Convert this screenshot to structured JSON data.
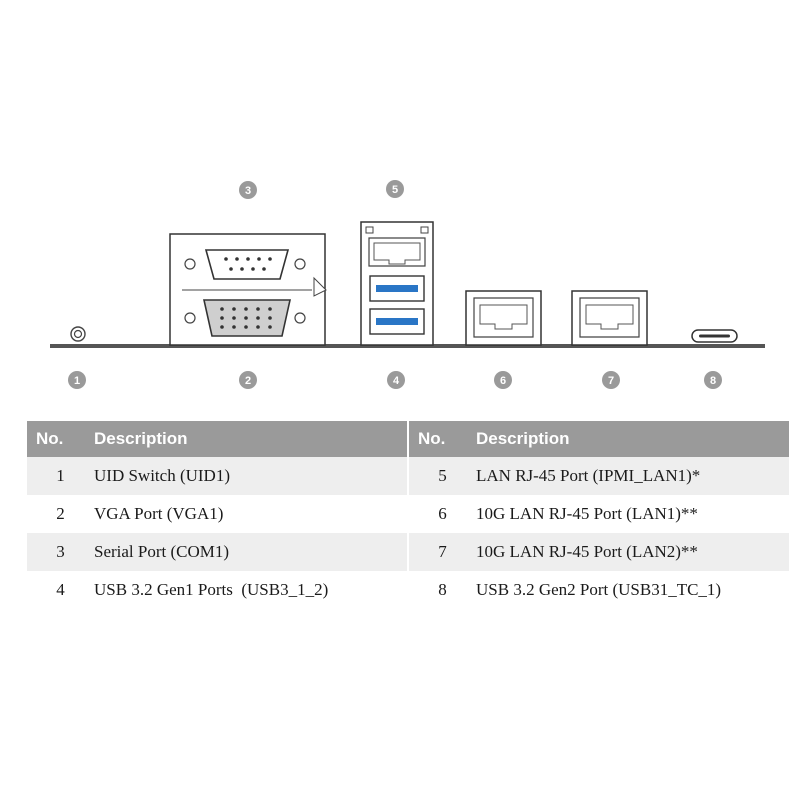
{
  "panel": {
    "callouts": [
      "1",
      "2",
      "3",
      "4",
      "5",
      "6",
      "7",
      "8"
    ]
  },
  "table": {
    "header": {
      "no": "No.",
      "description": "Description"
    },
    "left_rows": [
      {
        "no": "1",
        "description": "UID Switch (UID1)"
      },
      {
        "no": "2",
        "description": "VGA Port (VGA1)"
      },
      {
        "no": "3",
        "description": "Serial Port (COM1)"
      },
      {
        "no": "4",
        "description": "USB 3.2 Gen1 Ports  (USB3_1_2)"
      }
    ],
    "right_rows": [
      {
        "no": "5",
        "description": "LAN RJ-45 Port (IPMI_LAN1)*"
      },
      {
        "no": "6",
        "description": "10G LAN RJ-45 Port (LAN1)**"
      },
      {
        "no": "7",
        "description": "10G LAN RJ-45 Port (LAN2)**"
      },
      {
        "no": "8",
        "description": "USB 3.2 Gen2 Port (USB31_TC_1)"
      }
    ]
  },
  "colors": {
    "callout": "#9a9a9a",
    "header_bg": "#9a9a9a",
    "row_shade": "#eeeeee",
    "usb_blue": "#2a76c6",
    "panel_line": "#555555"
  }
}
